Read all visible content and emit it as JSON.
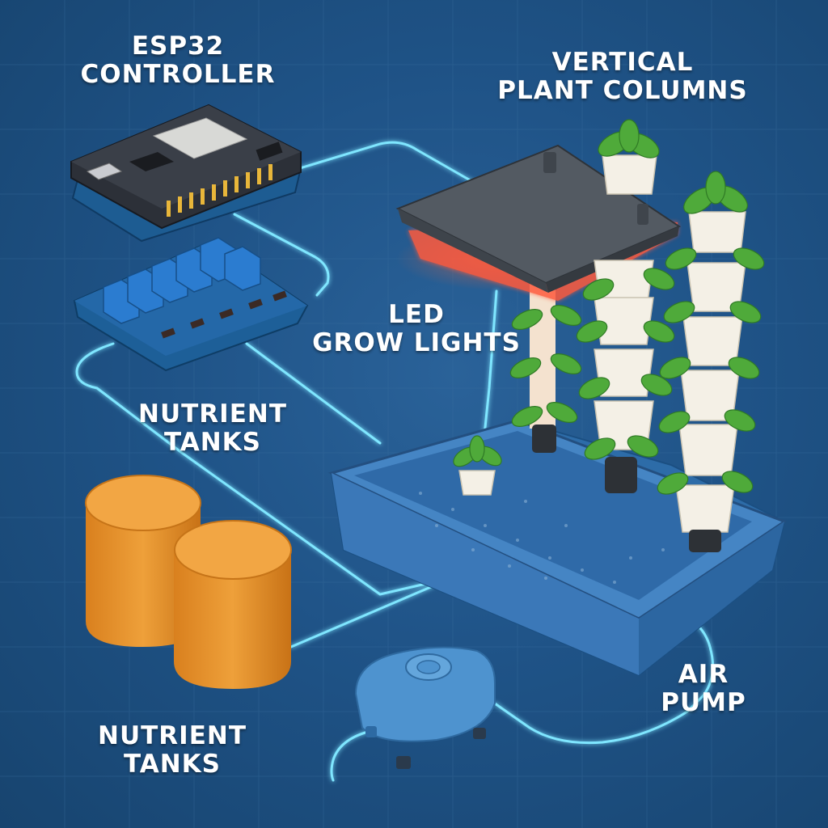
{
  "labels": {
    "esp32_controller": [
      "ESP32",
      "CONTROLLER"
    ],
    "vertical_plant_columns": [
      "VERTICAL",
      "PLANT COLUMNS"
    ],
    "led_grow_lights": [
      "LED",
      "GROW LIGHTS"
    ],
    "nutrient_tanks_upper": [
      "NUTRIENT",
      "TANKS"
    ],
    "air_pump": [
      "AIR",
      "PUMP"
    ],
    "nutrient_tanks_lower": [
      "NUTRIENT",
      "TANKS"
    ]
  },
  "colors": {
    "background": "#1f5387",
    "grid_line": "#3a6f9f",
    "wire_glow": "#7fe6ff",
    "circuit_board": "#1e5c8f",
    "relay_blue": "#2a79c9",
    "tank_orange": "#e0902a",
    "reservoir_blue": "#3b7cbd",
    "led_red_glow": "#ff5a3c",
    "plant_green": "#4faa3a",
    "pot_white": "#f4f0e6",
    "air_pump_blue": "#4e93cf"
  }
}
